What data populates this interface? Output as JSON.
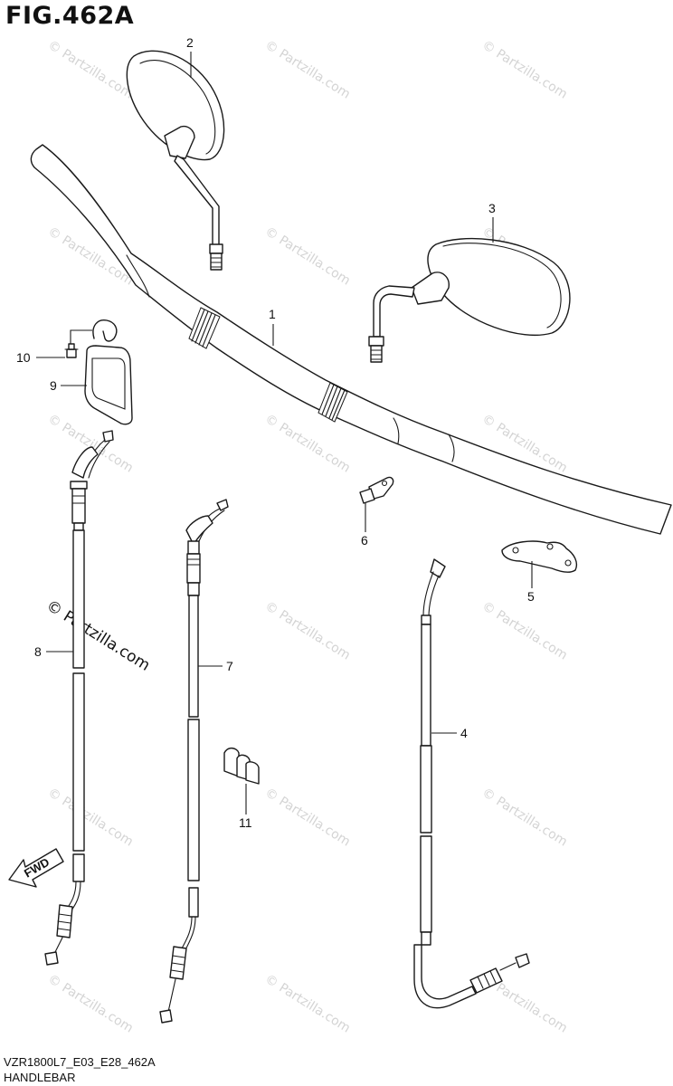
{
  "figure": {
    "title": "FIG.462A",
    "model_code": "VZR1800L7_E03_E28_462A",
    "section_name": "HANDLEBAR"
  },
  "watermark": {
    "text": "© Partzilla.com"
  },
  "direction_marker": {
    "text": "FWD"
  },
  "callouts": [
    "1",
    "2",
    "3",
    "4",
    "5",
    "6",
    "7",
    "8",
    "9",
    "10",
    "11"
  ],
  "colors": {
    "line": "#1a1a1a",
    "watermark": "#d4d4d4",
    "background": "#ffffff"
  }
}
